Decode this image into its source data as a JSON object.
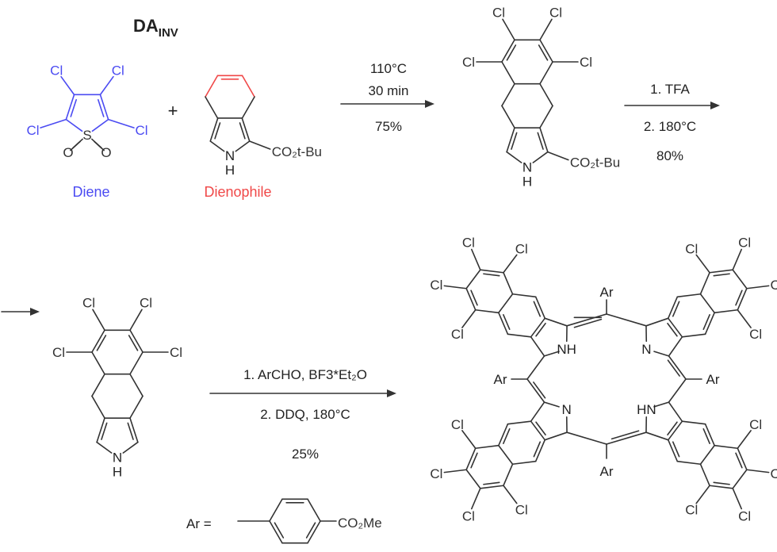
{
  "title": {
    "main": "DA",
    "sub": "INV"
  },
  "plus": "+",
  "atoms": {
    "cl": "Cl",
    "s": "S",
    "o": "O",
    "n": "N",
    "h": "H",
    "nh": "NH",
    "hn": "HN"
  },
  "diene": {
    "label": "Diene"
  },
  "dienophile": {
    "label": "Dienophile",
    "ester": "CO₂t-Bu"
  },
  "product1": {
    "ester": "CO₂t-Bu"
  },
  "steps": [
    {
      "conditions": [
        "110°C",
        "30 min"
      ],
      "yield": "75%"
    },
    {
      "conditions": [
        "1. TFA",
        "2. 180°C"
      ],
      "yield": "80%"
    },
    {
      "conditions": [
        "1. ArCHO, BF3*Et₂O",
        "2. DDQ, 180°C"
      ],
      "yield": "25%"
    }
  ],
  "porphyrin": {
    "meso": "Ar"
  },
  "ar_definition": {
    "label": "Ar =",
    "substituent": "CO₂Me"
  },
  "colors": {
    "diene": "#4b4bf2",
    "dienophile": "#f04848",
    "ink": "#333333"
  }
}
